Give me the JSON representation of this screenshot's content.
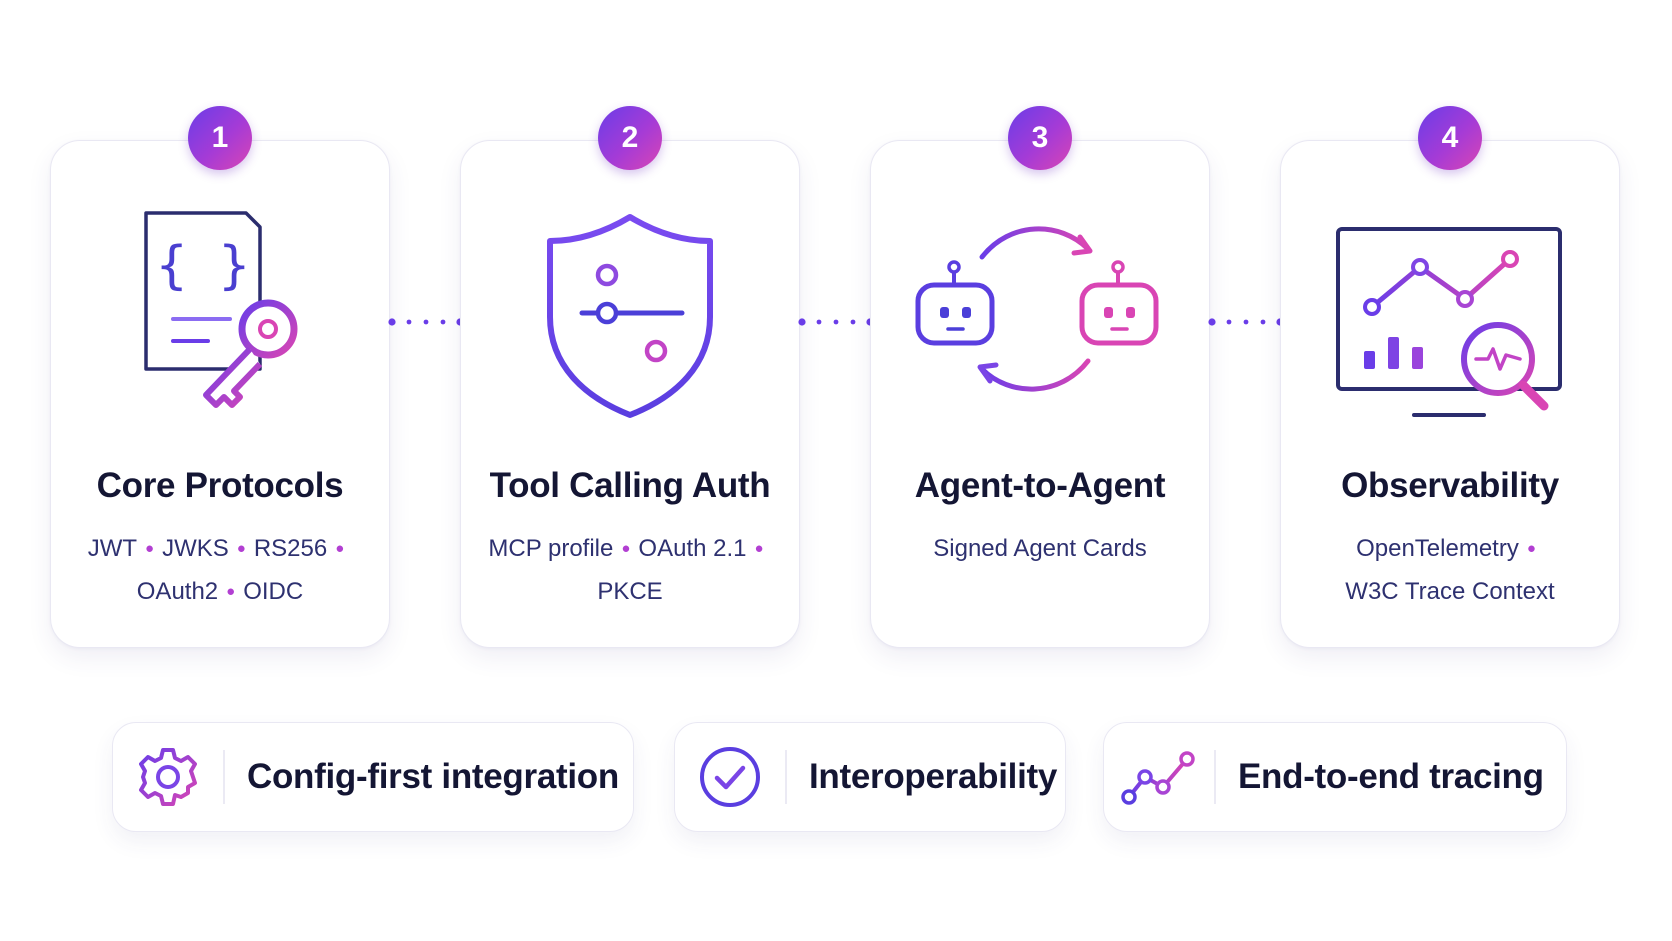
{
  "cards": [
    {
      "number": "1",
      "title": "Core Protocols",
      "icon": "document-key-icon",
      "line1": [
        "JWT",
        "JWKS",
        "RS256"
      ],
      "line2": [
        "OAuth2",
        "OIDC"
      ]
    },
    {
      "number": "2",
      "title": "Tool Calling Auth",
      "icon": "shield-sliders-icon",
      "line1": [
        "MCP profile",
        "OAuth 2.1"
      ],
      "line2": [
        "PKCE"
      ]
    },
    {
      "number": "3",
      "title": "Agent-to-Agent",
      "icon": "agents-exchange-icon",
      "line1": [
        "Signed Agent Cards"
      ],
      "line2": []
    },
    {
      "number": "4",
      "title": "Observability",
      "icon": "monitor-analytics-icon",
      "line1": [
        "OpenTelemetry"
      ],
      "line2": [
        "W3C Trace Context"
      ]
    }
  ],
  "benefits": [
    {
      "label": "Config-first integration",
      "icon": "gear-icon"
    },
    {
      "label": "Interoperability",
      "icon": "check-circle-icon"
    },
    {
      "label": "End-to-end tracing",
      "icon": "trend-line-icon"
    }
  ],
  "colors": {
    "purple": "#6a3de8",
    "magenta": "#d945b4",
    "navy": "#2b2d6e",
    "text": "#141634"
  }
}
